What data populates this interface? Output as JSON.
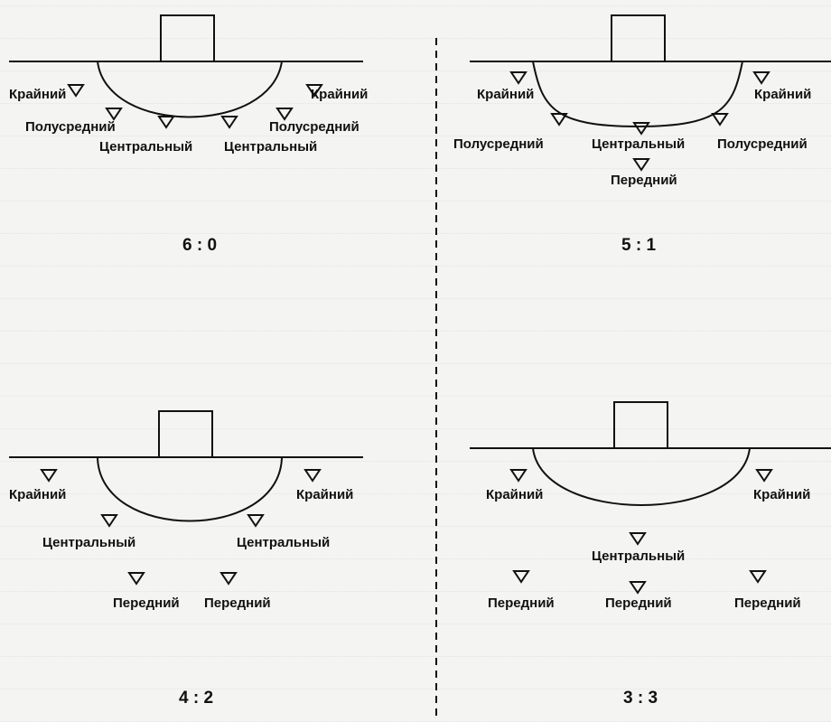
{
  "diagrams": [
    {
      "id": "6-0",
      "score": "6 : 0",
      "labels": [
        "Крайний",
        "Крайний",
        "Полусредний",
        "Полусредний",
        "Центральный",
        "Центральный"
      ]
    },
    {
      "id": "5-1",
      "score": "5 : 1",
      "labels": [
        "Крайний",
        "Крайний",
        "Полусредний",
        "Центральный",
        "Полусредний",
        "Передний"
      ]
    },
    {
      "id": "4-2",
      "score": "4 : 2",
      "labels": [
        "Крайний",
        "Крайний",
        "Центральный",
        "Центральный",
        "Передний",
        "Передний"
      ]
    },
    {
      "id": "3-3",
      "score": "3 : 3",
      "labels": [
        "Крайний",
        "Крайний",
        "Центральный",
        "Передний",
        "Передний",
        "Передний"
      ]
    }
  ],
  "colors": {
    "ink": "#111111",
    "background": "#f4f4f2"
  }
}
